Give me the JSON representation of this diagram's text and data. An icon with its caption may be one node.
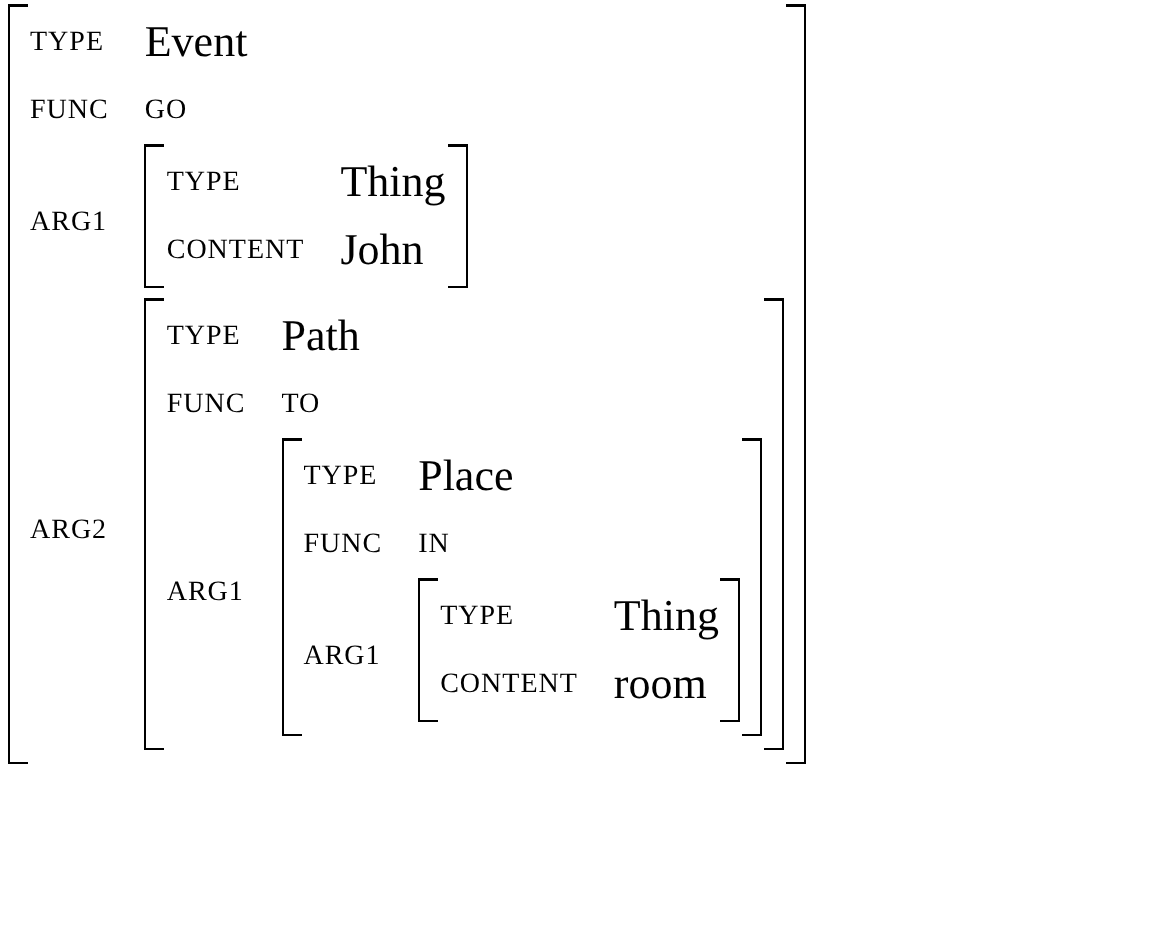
{
  "diagram": {
    "nodes": [
      {
        "text": [
          "TYPE",
          "Event",
          "FUNC",
          "GO",
          "ARG1",
          "ARG2"
        ]
      },
      {
        "text": [
          "TYPE",
          "Thing",
          "CONTENT",
          "John"
        ],
        "in": 0
      },
      {
        "text": [
          "TYPE",
          "Path",
          "FUNC",
          "TO",
          "ARG1"
        ],
        "in": 0
      },
      {
        "text": [
          "TYPE",
          "Place",
          "FUNC",
          "IN",
          "ARG1"
        ],
        "in": 2
      },
      {
        "text": [
          "TYPE",
          "Thing",
          "CONTENT",
          "room"
        ],
        "in": 3
      }
    ]
  }
}
